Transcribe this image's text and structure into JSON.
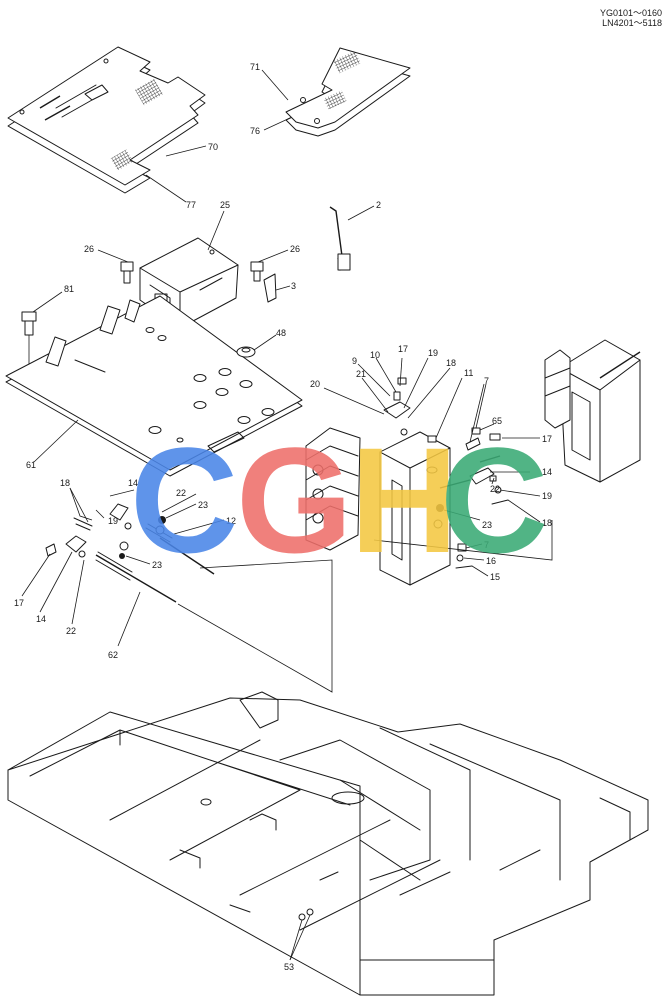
{
  "serial": {
    "line1": "YG0101～0160",
    "line2": "LN4201～5118"
  },
  "watermark": {
    "letters": [
      {
        "char": "C",
        "color": "#4a86e8"
      },
      {
        "char": "G",
        "color": "#ee6f6a"
      },
      {
        "char": "H",
        "color": "#f4c842"
      },
      {
        "char": "C",
        "color": "#3aaa75"
      }
    ]
  },
  "callouts": {
    "c70": "70",
    "c77": "77",
    "c71": "71",
    "c76": "76",
    "c25": "25",
    "c2": "2",
    "c26a": "26",
    "c26b": "26",
    "c3": "3",
    "c81": "81",
    "c48": "48",
    "c61": "61",
    "c9": "9",
    "c10": "10",
    "c17a": "17",
    "c19a": "19",
    "c18a": "18",
    "c21": "21",
    "c20": "20",
    "c11": "11",
    "c7a": "7",
    "c65": "65",
    "c17b": "17",
    "c14a": "14",
    "c19b": "19",
    "c22a": "22",
    "c18b": "18",
    "c23a": "23",
    "c7b": "7",
    "c16": "16",
    "c15": "15",
    "c18c": "18",
    "c14b": "14",
    "c22b": "22",
    "c23b": "23",
    "c12": "12",
    "c19c": "19",
    "c23c": "23",
    "c17c": "17",
    "c14c": "14",
    "c22c": "22",
    "c62": "62",
    "c53": "53"
  }
}
